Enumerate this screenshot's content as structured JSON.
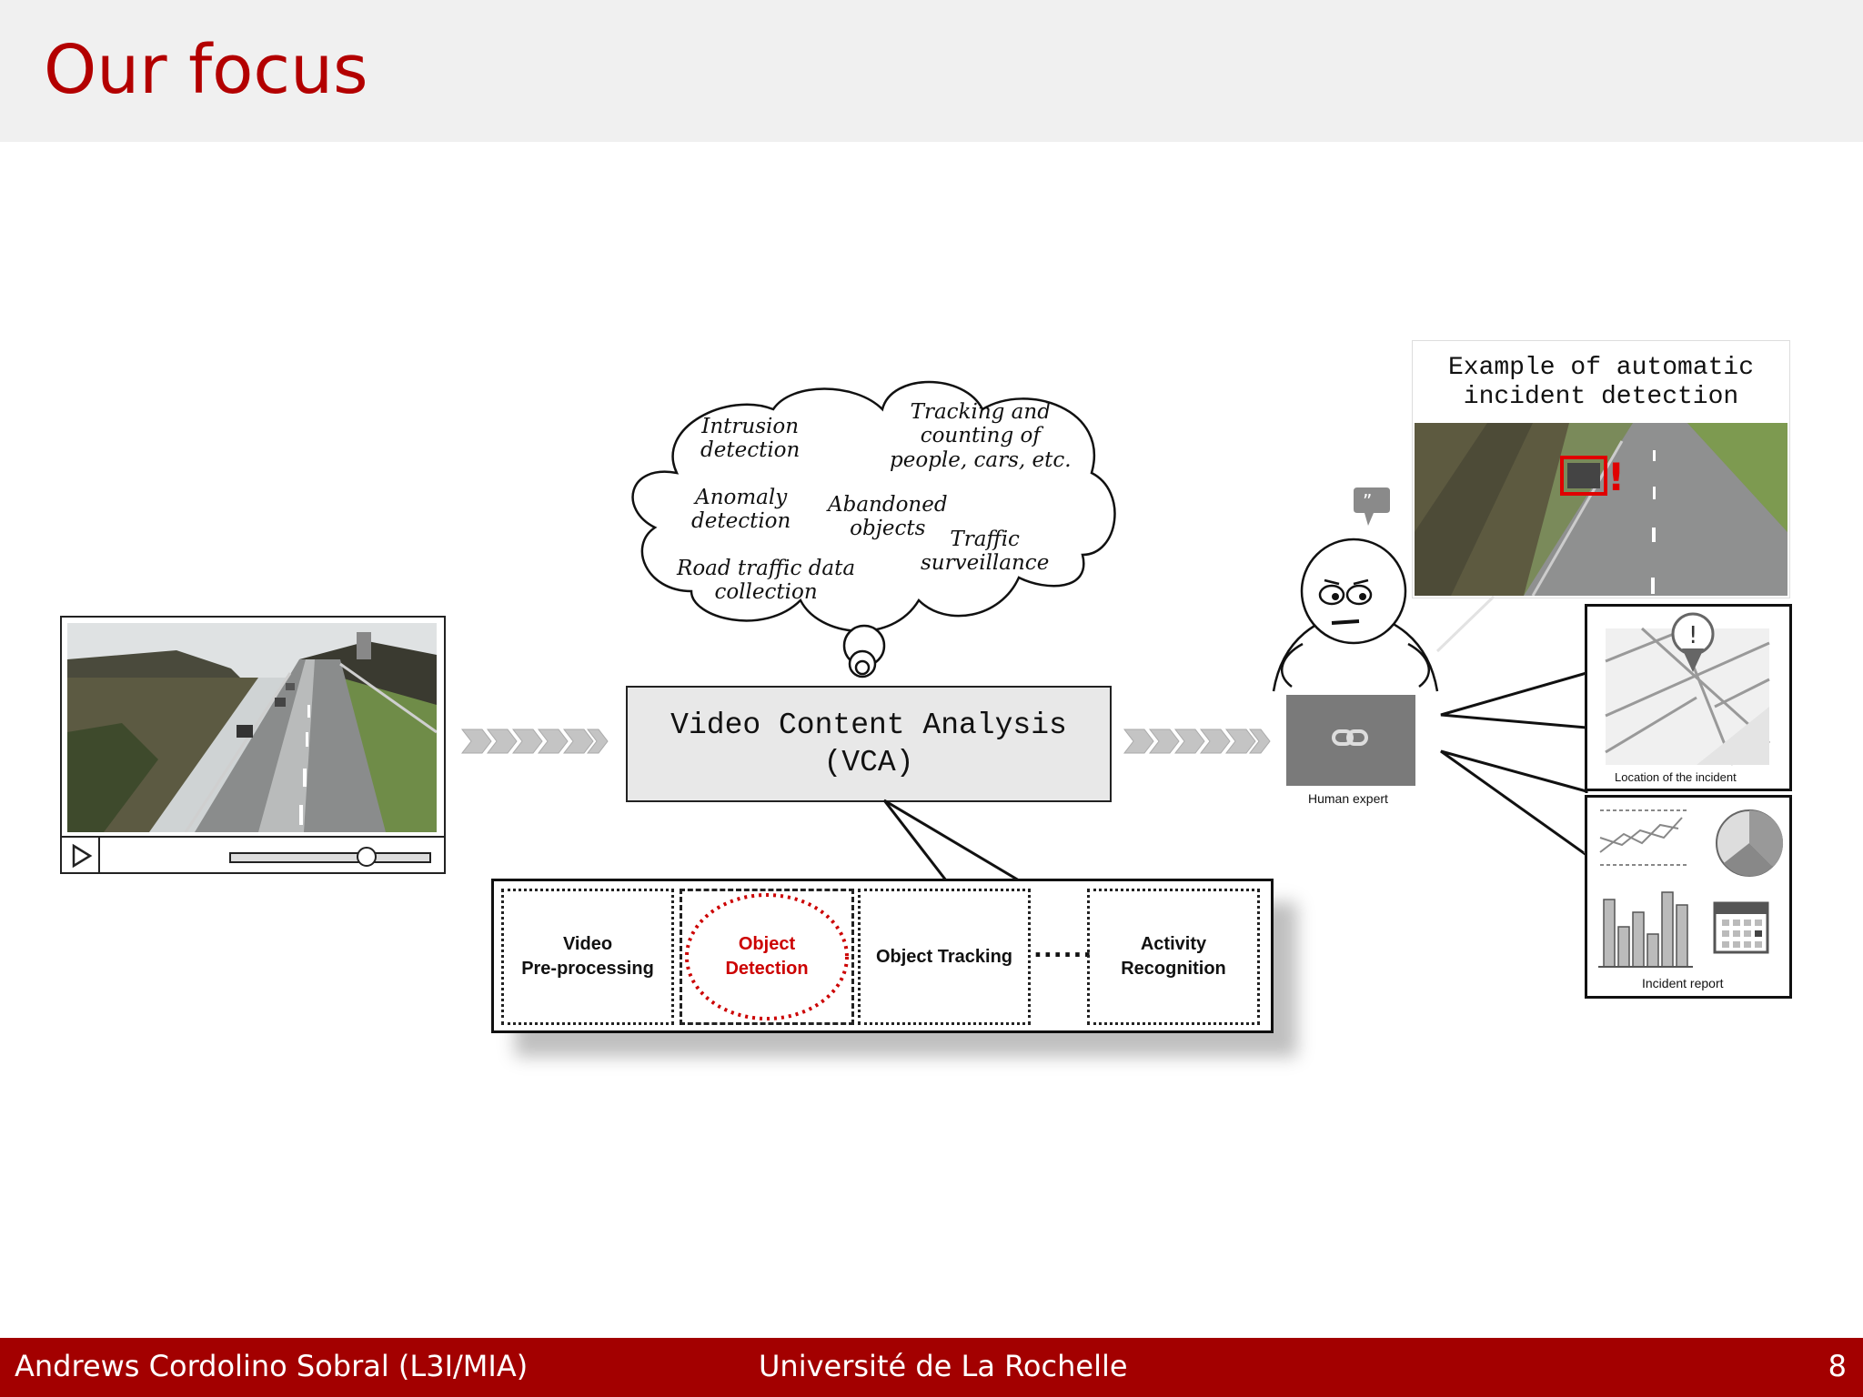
{
  "slide": {
    "title": "Our focus",
    "footer": {
      "author": "Andrews Cordolino Sobral (L3I/MIA)",
      "institution": "Université de La Rochelle",
      "page": "8"
    }
  },
  "diagram": {
    "vca": {
      "line1": "Video Content Analysis",
      "line2": "(VCA)"
    },
    "applications": {
      "intrusion": [
        "Intrusion",
        "detection"
      ],
      "tracking": [
        "Tracking and",
        "counting of",
        "people, cars, etc."
      ],
      "anomaly": [
        "Anomaly",
        "detection"
      ],
      "abandoned": [
        "Abandoned",
        "objects"
      ],
      "traffic": [
        "Traffic",
        "surveillance"
      ],
      "road": [
        "Road traffic data",
        "collection"
      ]
    },
    "pipeline": {
      "steps": [
        [
          "Video",
          "Pre-processing"
        ],
        [
          "Object",
          "Detection"
        ],
        [
          "Object Tracking"
        ],
        [
          "Activity",
          "Recognition"
        ]
      ],
      "ellipsis": "......"
    },
    "expert_label": "Human expert",
    "example_title": [
      "Example of automatic",
      "incident detection"
    ],
    "incident_location_label": "Location of the incident",
    "incident_report_label": "Incident report",
    "highlight_color": "#cc0000",
    "accent_color": "#a30000"
  }
}
